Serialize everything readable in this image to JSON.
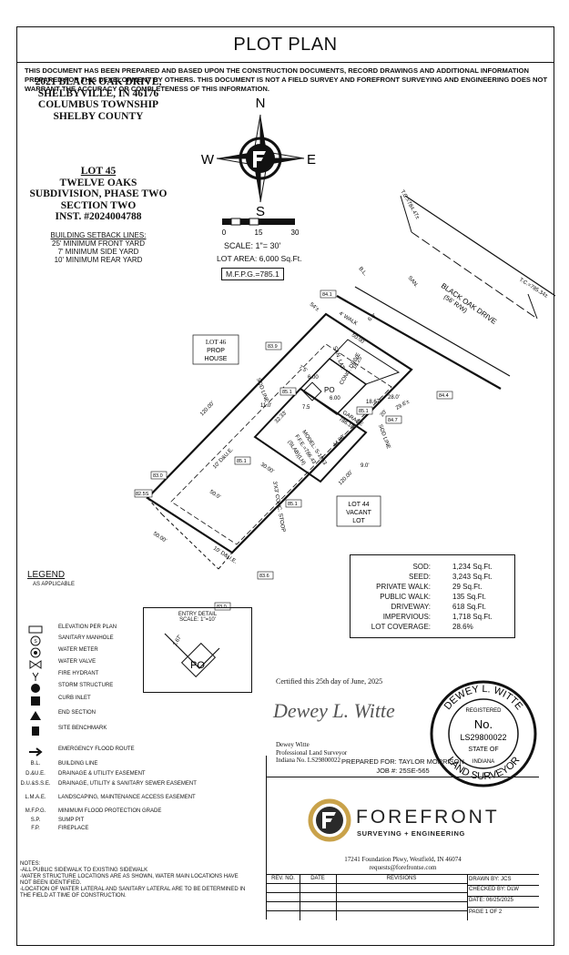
{
  "title": "PLOT PLAN",
  "disclaimer": "THIS DOCUMENT HAS BEEN PREPARED AND BASED UPON THE CONSTRUCTION DOCUMENTS, RECORD DRAWINGS AND ADDITIONAL INFORMATION PREPARED FOR THIS DEVELOPMENT BY OTHERS. THIS DOCUMENT IS NOT A FIELD SURVEY AND FOREFRONT SURVEYING AND ENGINEERING DOES NOT WARRANT THE ACCURACY OR COMPLETENESS OF THIS INFORMATION.",
  "address": {
    "line1": "2021 BLACK OAK DRIVE,",
    "line2": "SHELBYVILLE, IN 46176",
    "line3": "COLUMBUS TOWNSHIP",
    "line4": "SHELBY COUNTY"
  },
  "lot": {
    "line1": "LOT 45",
    "line2": "TWELVE OAKS",
    "line3": "SUBDIVISION, PHASE TWO",
    "line4": "SECTION TWO",
    "line5": "INST. #2024004788"
  },
  "setbacks": {
    "heading": "BUILDING SETBACK LINES:",
    "front": "25' MINIMUM FRONT YARD",
    "side": "7' MINIMUM SIDE YARD",
    "rear": "10' MINIMUM REAR YARD"
  },
  "compass": {
    "n": "N",
    "s": "S",
    "e": "E",
    "w": "W"
  },
  "scale": {
    "t0": "0",
    "t1": "15",
    "t2": "30",
    "label": "SCALE:  1\"= 30'"
  },
  "lot_area": "LOT AREA: 6,000 Sq.Ft.",
  "mfpg": "M.F.P.G.=785.1",
  "plan": {
    "tc1": "T.C.=784.47±",
    "tc2": "T.C.=785.34±",
    "street": "BLACK OAK DRIVE",
    "row": "(56' R/W)",
    "lot46_1": "LOT 46",
    "lot46_2": "PROP",
    "lot46_3": "HOUSE",
    "lot44_1": "LOT 44",
    "lot44_2": "VACANT",
    "lot44_3": "LOT",
    "elev_841": "84.1",
    "elev_839": "83.9",
    "elev_851a": "85.1",
    "elev_844": "84.4",
    "elev_847": "84.7",
    "elev_851b": "85.1",
    "elev_851c": "85.1",
    "elev_830a": "83.0",
    "elev_826": "82.5S",
    "elev_851d": "85.1",
    "elev_836": "83.6",
    "elev_830b": "83.0",
    "d120a": "120.00'",
    "d120b": "120.00'",
    "d50a": "50.00'",
    "d50b": "50.00'",
    "d300": "30.00'",
    "d500": "50.0'",
    "d440": "44.00'",
    "d323": "32.33'",
    "d110": "11.0'",
    "d90": "9.0'",
    "d60": "6.0'",
    "d280": "28.0'",
    "d1825": "18.25'",
    "d1867": "18.67'",
    "d60b": "6.00",
    "d60c": "6.00",
    "d543": "54'±",
    "d298": "29.6'±",
    "d200": "20'",
    "d75": "7.5'",
    "d753": "7.5",
    "walk": "4' WALK",
    "drive": "CONC. DRIVE",
    "garage": "GARAGE",
    "garage_el": "786.10",
    "model1": "MODEL: S-1953",
    "model2": "F.F.E.=786.43",
    "model3": "(SLAB)(LH)",
    "stoop": "3'X3' CONC. STOOP",
    "po": "PO",
    "dae1": "10' D&U.E.",
    "dae2": "10' D&U.E.",
    "san": "SAN. LAT.",
    "bl1": "B.L.",
    "bl2": "SAN.",
    "sod1": "SOD LINE",
    "sod2": "SOD LINE"
  },
  "legend": {
    "title": "LEGEND",
    "subtitle": "AS APPLICABLE",
    "items": [
      {
        "abbr": "",
        "text": "ELEVATION PER PLAN",
        "icon": "elevation-box-icon"
      },
      {
        "abbr": "",
        "text": "SANITARY MANHOLE",
        "icon": "sanitary-manhole-icon"
      },
      {
        "abbr": "",
        "text": "WATER METER",
        "icon": "water-meter-icon"
      },
      {
        "abbr": "",
        "text": "WATER VALVE",
        "icon": "water-valve-icon"
      },
      {
        "abbr": "",
        "text": "FIRE HYDRANT",
        "icon": "fire-hydrant-icon"
      },
      {
        "abbr": "",
        "text": "STORM STRUCTURE",
        "icon": "storm-structure-icon"
      },
      {
        "abbr": "",
        "text": "CURB INLET",
        "icon": "curb-inlet-icon"
      },
      {
        "abbr": "",
        "text": "END SECTION",
        "icon": "end-section-icon"
      },
      {
        "abbr": "",
        "text": "SITE BENCHMARK",
        "icon": "site-benchmark-icon"
      },
      {
        "abbr": "",
        "text": "EMERGENCY FLOOD ROUTE",
        "icon": "flood-route-arrow-icon"
      },
      {
        "abbr": "B.L.",
        "text": "BUILDING LINE",
        "icon": ""
      },
      {
        "abbr": "D.&U.E.",
        "text": "DRAINAGE & UTILITY EASEMENT",
        "icon": ""
      },
      {
        "abbr": "D.U.&S.S.E.",
        "text": "DRAINAGE, UTILITY & SANITARY SEWER EASEMENT",
        "icon": ""
      },
      {
        "abbr": "L.M.A.E.",
        "text": "LANDSCAPING, MAINTENANCE ACCESS EASEMENT",
        "icon": ""
      },
      {
        "abbr": "M.F.P.G.",
        "text": "MINIMUM FLOOD PROTECTION GRADE",
        "icon": ""
      },
      {
        "abbr": "S.P.",
        "text": "SUMP PIT",
        "icon": ""
      },
      {
        "abbr": "F.P.",
        "text": "FIREPLACE",
        "icon": ""
      }
    ]
  },
  "notes": {
    "title": "NOTES:",
    "n1": "-ALL PUBLIC SIDEWALK TO EXISTING SIDEWALK",
    "n2": "-WATER STRUCTURE LOCATIONS ARE AS SHOWN, WATER MAIN LOCATIONS HAVE NOT BEEN IDENTIFIED.",
    "n3": "-LOCATION OF WATER LATERAL AND SANITARY LATERAL ARE TO BE DETERMINED IN THE FIELD AT TIME OF CONSTRUCTION."
  },
  "areas": [
    {
      "label": "SOD:",
      "value": "1,234 Sq.Ft."
    },
    {
      "label": "SEED:",
      "value": "3,243 Sq.Ft."
    },
    {
      "label": "PRIVATE WALK:",
      "value": "29 Sq.Ft."
    },
    {
      "label": "PUBLIC WALK:",
      "value": "135 Sq.Ft."
    },
    {
      "label": "DRIVEWAY:",
      "value": "618 Sq.Ft."
    },
    {
      "label": "IMPERVIOUS:",
      "value": "1,718 Sq.Ft."
    },
    {
      "label": "LOT COVERAGE:",
      "value": "28.6%"
    }
  ],
  "entry_detail": {
    "title": "ENTRY DETAIL",
    "scale": "SCALE: 1\"=10'",
    "dim": "1.67'",
    "po": "PO"
  },
  "certification": {
    "line": "Certified this 25th day of June, 2025",
    "signature": "Dewey L. Witte",
    "name": "Dewey Witte",
    "title": "Professional Land Surveyor",
    "license": "Indiana No. LS29800022"
  },
  "stamp": {
    "top": "DEWEY L. WITTE",
    "registered": "REGISTERED",
    "no": "No.",
    "number": "LS29800022",
    "state_of": "STATE OF",
    "state": "INDIANA",
    "bottom": "LAND SURVEYOR"
  },
  "title_block": {
    "prepared_for": "PREPARED FOR: TAYLOR MORRISON",
    "job": "JOB #: 25SE-565",
    "company": "FOREFRONT",
    "tagline": "SURVEYING + ENGINEERING",
    "street": "17241 Foundation Pkwy, Westfield, IN 46074",
    "email": "requests@forefrontse.com",
    "rev_no": "REV. NO.",
    "date": "DATE",
    "revisions": "REVISIONS",
    "drawn_by": "DRAWN BY: JCS",
    "checked_by": "CHECKED BY: DLW",
    "date_val": "DATE: 06/25/2025",
    "page": "PAGE 1 OF 2"
  },
  "colors": {
    "ink": "#111111",
    "accent": "#c9a24a",
    "logo_dark": "#2a2a2a"
  }
}
